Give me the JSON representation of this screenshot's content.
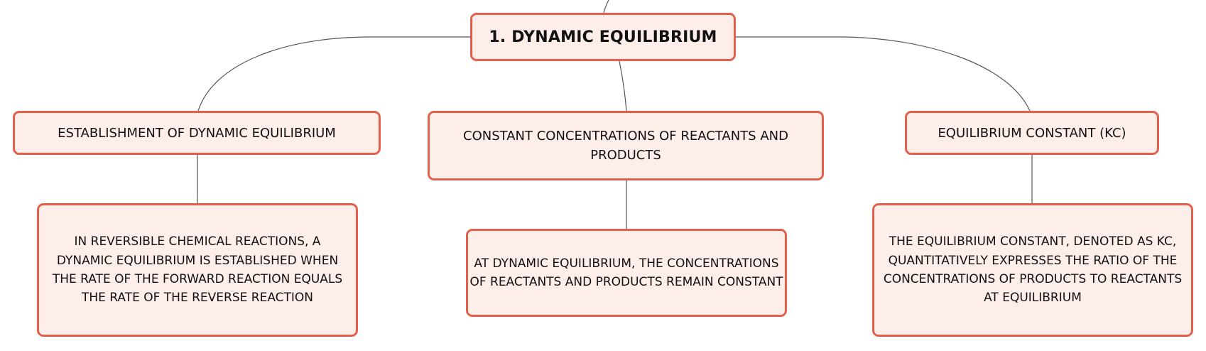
{
  "diagram": {
    "root": {
      "label": "1. DYNAMIC EQUILIBRIUM"
    },
    "branches": [
      {
        "label": "ESTABLISHMENT OF DYNAMIC EQUILIBRIUM",
        "detail": "IN REVERSIBLE CHEMICAL REACTIONS, A DYNAMIC EQUILIBRIUM IS ESTABLISHED WHEN THE RATE OF THE FORWARD REACTION EQUALS THE RATE OF THE REVERSE REACTION"
      },
      {
        "label": "CONSTANT CONCENTRATIONS OF REACTANTS AND PRODUCTS",
        "detail": "AT DYNAMIC EQUILIBRIUM, THE CONCENTRATIONS OF REACTANTS AND PRODUCTS REMAIN CONSTANT"
      },
      {
        "label": "EQUILIBRIUM CONSTANT (KC)",
        "detail": "THE EQUILIBRIUM CONSTANT, DENOTED AS KC, QUANTITATIVELY EXPRESSES THE RATIO OF THE CONCENTRATIONS OF PRODUCTS TO REACTANTS AT EQUILIBRIUM"
      }
    ],
    "colors": {
      "node_fill": "#fdeeea",
      "node_border": "#e4604c",
      "connector": "#555555",
      "text": "#111111"
    }
  }
}
